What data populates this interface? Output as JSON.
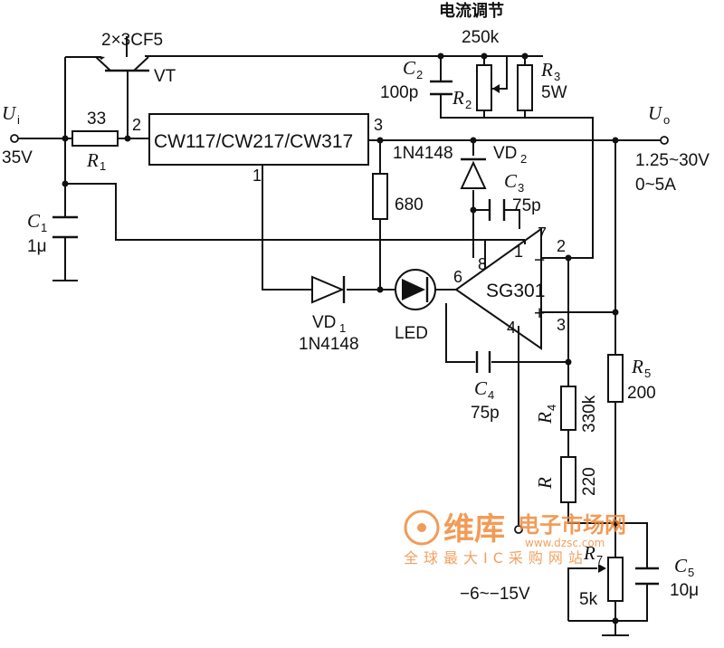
{
  "title": "电流调节",
  "regulator": {
    "label": "CW117/CW217/CW317",
    "pin_in": "2",
    "pin_out": "3",
    "pin_adj": "1"
  },
  "transistor": {
    "type": "2×3CF5",
    "name": "VT"
  },
  "input": {
    "name": "U",
    "sub": "i",
    "voltage": "35V"
  },
  "output": {
    "name": "U",
    "sub": "o",
    "voltage": "1.25~30V",
    "current": "0~5A"
  },
  "r1": {
    "name": "R",
    "sub": "1",
    "value": "33"
  },
  "c1": {
    "name": "C",
    "sub": "1",
    "value": "1μ"
  },
  "c2": {
    "name": "C",
    "sub": "2",
    "value": "100p"
  },
  "r2": {
    "name": "R",
    "sub": "2",
    "value": "250k"
  },
  "r3": {
    "name": "R",
    "sub": "3",
    "value": "5W"
  },
  "r680": {
    "value": "680"
  },
  "vd1": {
    "name": "VD",
    "sub": "1",
    "part": "1N4148"
  },
  "vd2": {
    "name": "VD",
    "sub": "2",
    "part": "1N4148"
  },
  "c3": {
    "name": "C",
    "sub": "3",
    "value": "75p"
  },
  "c4": {
    "name": "C",
    "sub": "4",
    "value": "75p"
  },
  "led": {
    "label": "LED"
  },
  "opamp": {
    "label": "SG301",
    "minus": "−",
    "plus": "+",
    "pins": [
      "1",
      "7",
      "2",
      "8",
      "6",
      "3",
      "4"
    ]
  },
  "r4": {
    "name": "R",
    "sub": "4",
    "value": "330k"
  },
  "r": {
    "name": "R",
    "value": "220"
  },
  "r5": {
    "name": "R",
    "sub": "5",
    "value": "200"
  },
  "r7": {
    "name": "R",
    "sub": "7",
    "value": "5k"
  },
  "c5": {
    "name": "C",
    "sub": "5",
    "value": "10μ"
  },
  "neg_supply": {
    "label": "−6~−15V"
  },
  "watermark": {
    "brand": "维库",
    "line1": "电子市场网",
    "url": "www.dzsc.com",
    "line2": "全球最大IC采购网站"
  }
}
